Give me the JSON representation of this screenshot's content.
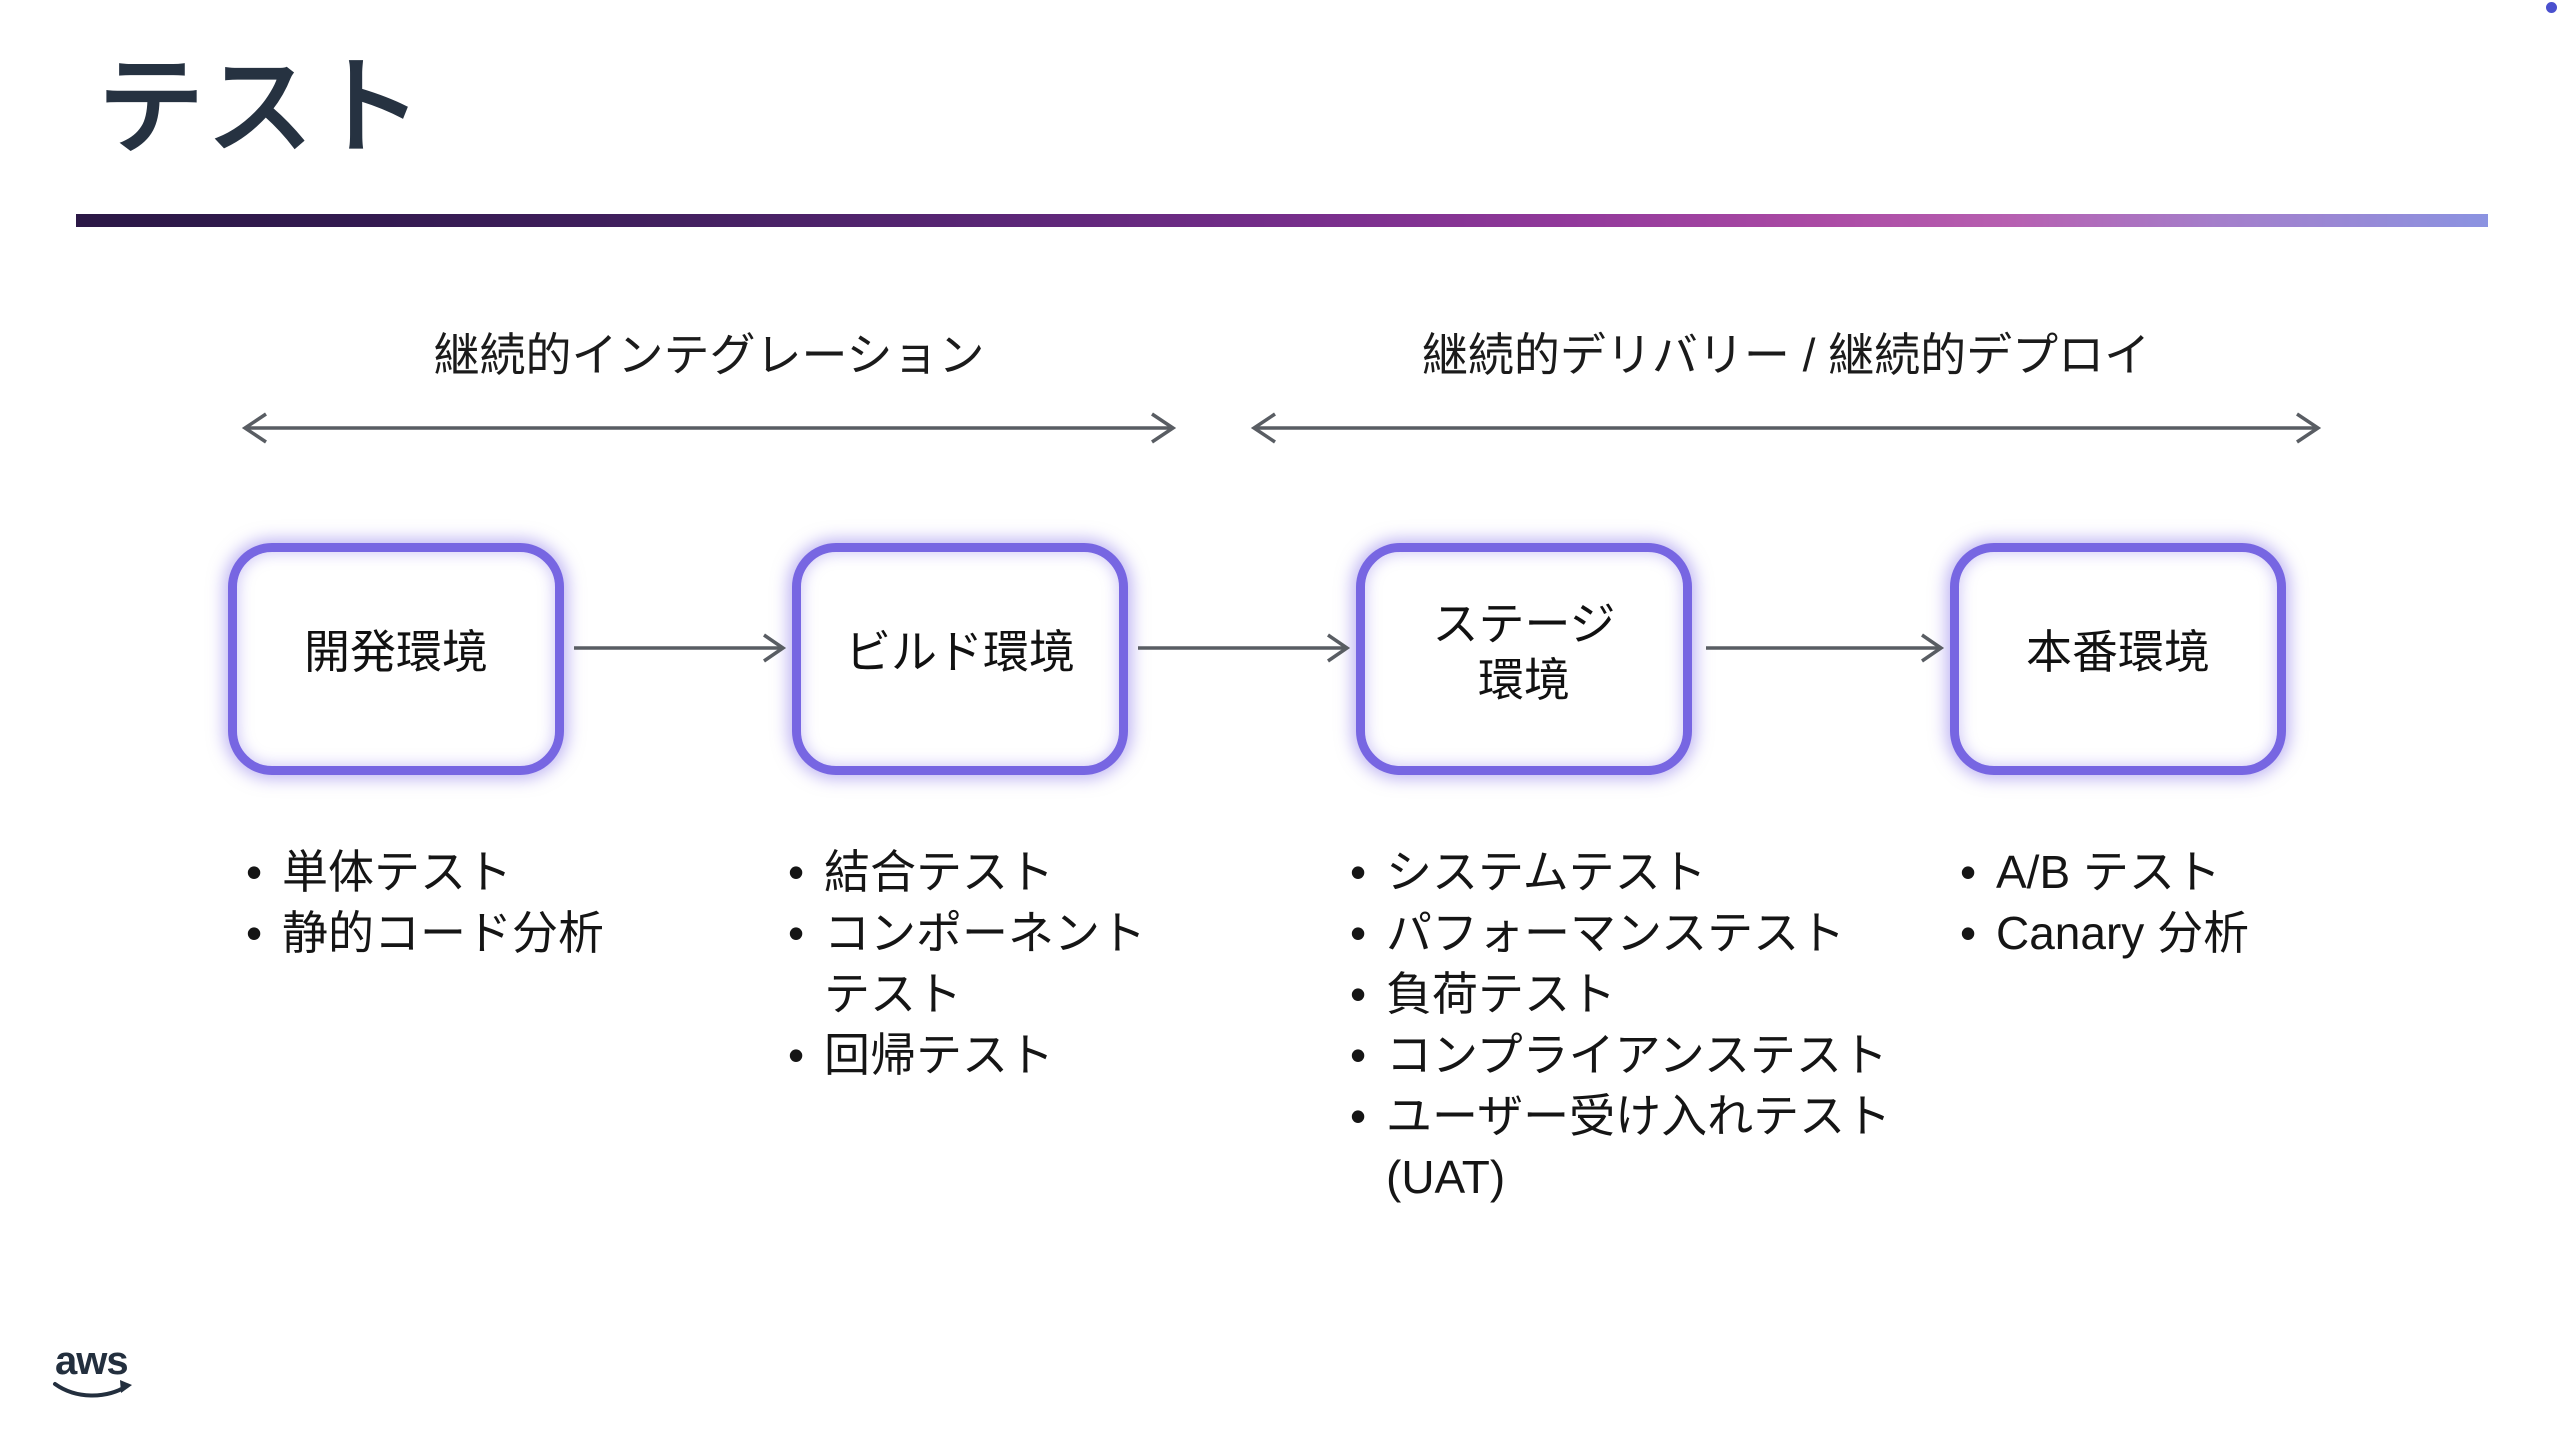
{
  "slide": {
    "title": "テスト",
    "bullet": "•",
    "sections": [
      {
        "label": "継続的インテグレーション"
      },
      {
        "label": "継続的デリバリー / 継続的デプロイ"
      }
    ],
    "stages": [
      {
        "name": "開発環境",
        "tests": [
          "単体テスト",
          "静的コード分析"
        ]
      },
      {
        "name": "ビルド環境",
        "tests": [
          "結合テスト",
          "コンポーネント\nテスト",
          "回帰テスト"
        ]
      },
      {
        "name": "ステージ\n環境",
        "tests": [
          "システムテスト",
          "パフォーマンステスト",
          "負荷テスト",
          "コンプライアンステスト",
          "ユーザー受け入れテスト\n(UAT)"
        ]
      },
      {
        "name": "本番環境",
        "tests": [
          "A/B テスト",
          "Canary 分析"
        ]
      }
    ],
    "logo_text": "aws",
    "colors": {
      "title": "#263241",
      "box_border": "#7766e2",
      "arrow": "#595d63",
      "accent_dot": "#4a50ce",
      "divider_start": "#2b1846",
      "divider_mid": "#92399b",
      "divider_pink": "#b75fb0",
      "divider_end": "#8b93e1"
    }
  }
}
